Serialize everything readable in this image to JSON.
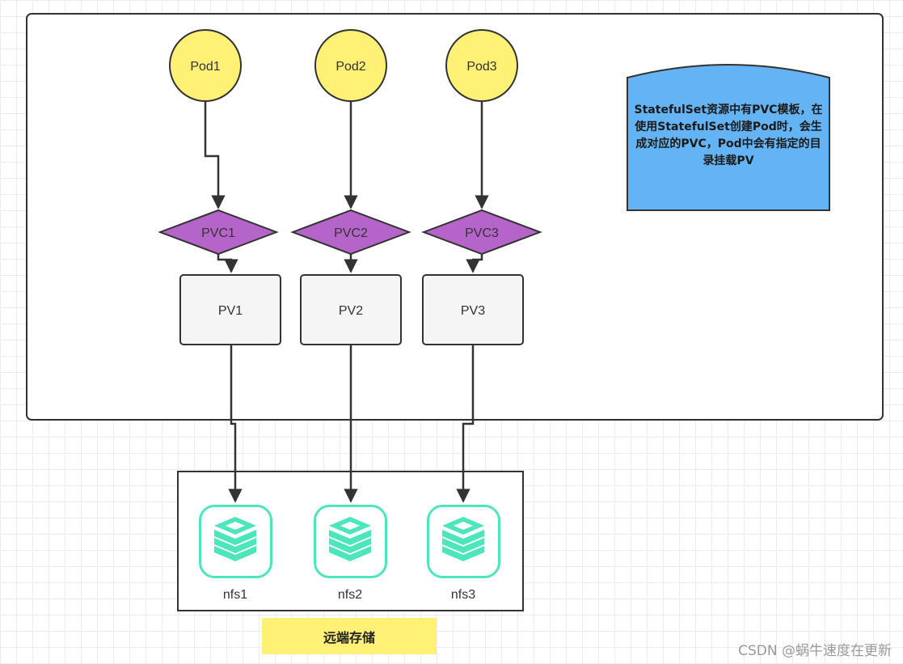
{
  "pods": [
    "Pod1",
    "Pod2",
    "Pod3"
  ],
  "pvcs": [
    "PVC1",
    "PVC2",
    "PVC3"
  ],
  "pvs": [
    "PV1",
    "PV2",
    "PV3"
  ],
  "nfs": [
    "nfs1",
    "nfs2",
    "nfs3"
  ],
  "note": "StatefulSet资源中有PVC模板，在使用StatefulSet创建Pod时，会生成对应的PVC，Pod中会有指定的目录挂载PV",
  "storage_label": "远端存储",
  "watermark": "CSDN @蜗牛速度在更新",
  "colors": {
    "pod_fill": "#fff176",
    "pvc_fill": "#b565c9",
    "pv_fill": "#f5f5f5",
    "note_fill": "#64b3f4",
    "nfs_icon": "#4de6bc",
    "stroke": "#333333"
  },
  "icons": [
    "database-stack-icon"
  ]
}
